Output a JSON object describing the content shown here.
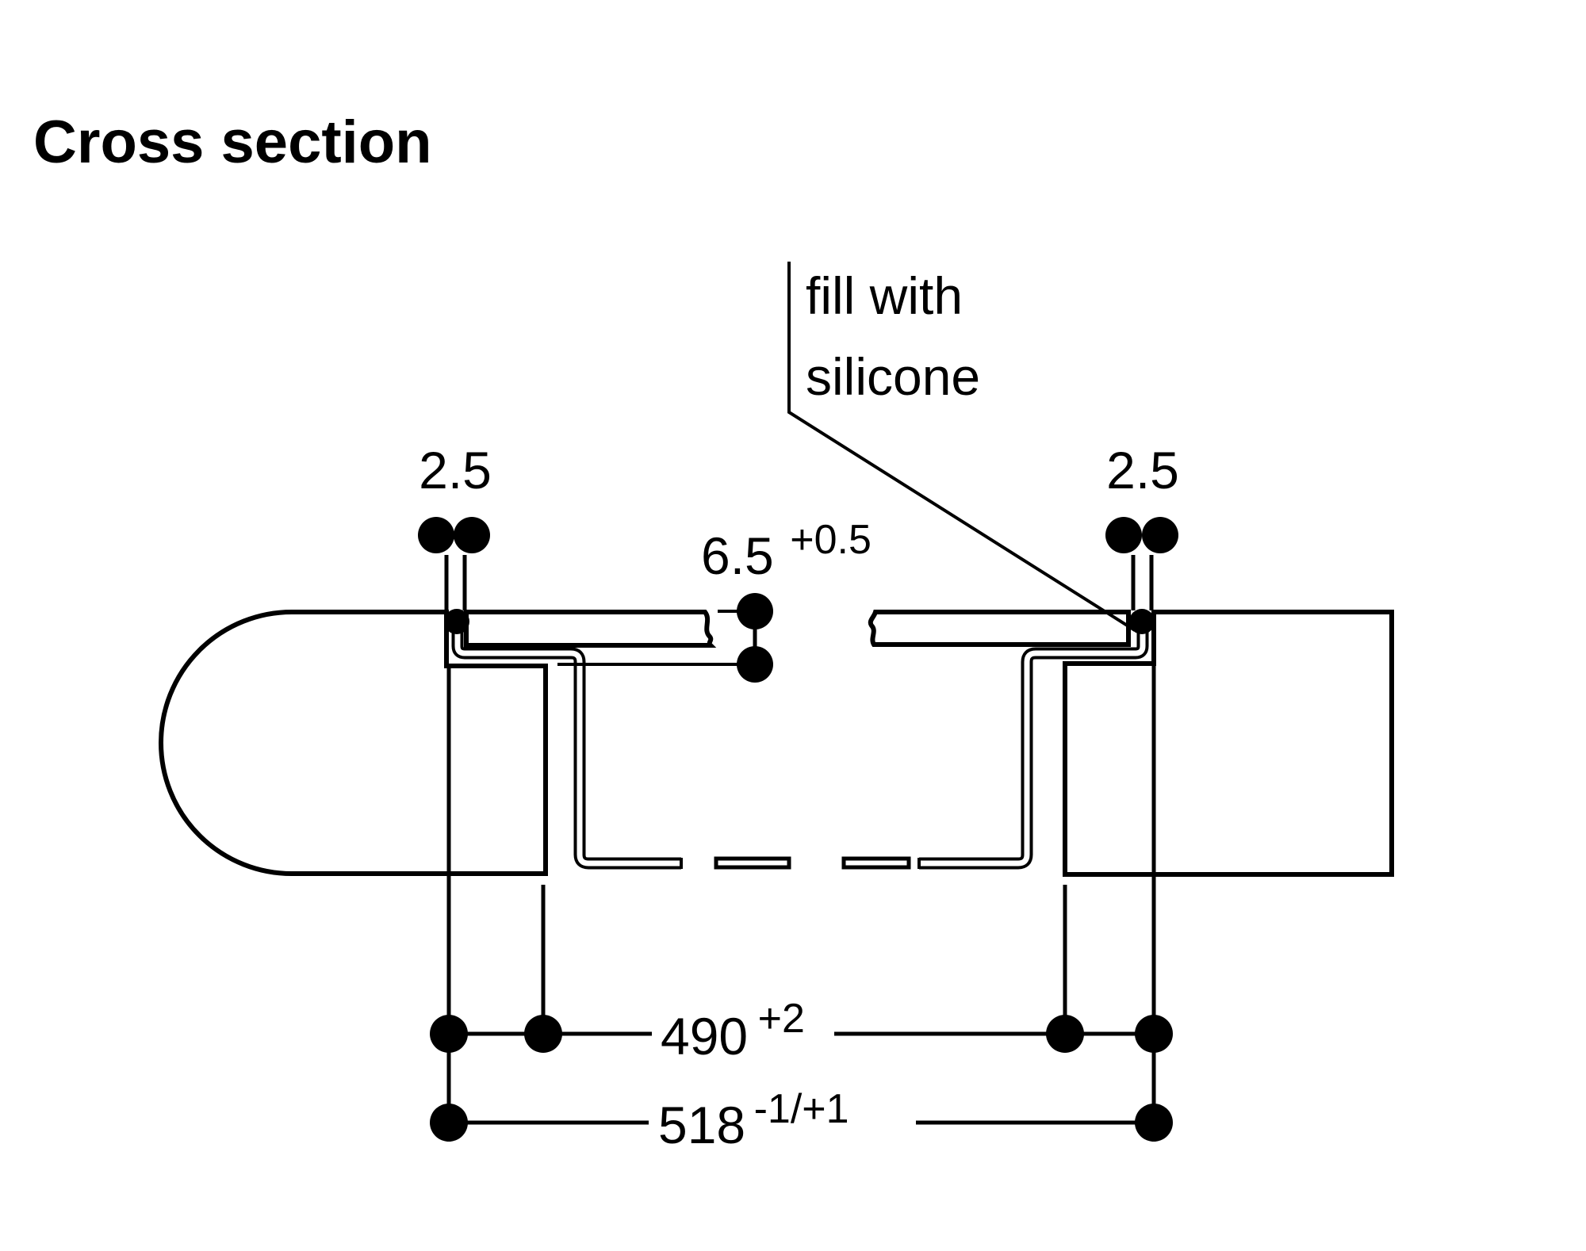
{
  "title": "Cross section",
  "callout": {
    "line1": "fill with",
    "line2": "silicone"
  },
  "dims": {
    "gap_left": {
      "value": "2.5"
    },
    "gap_right": {
      "value": "2.5"
    },
    "protrusion": {
      "value": "6.5",
      "tol": "+0.5"
    },
    "cutout_width": {
      "value": "490",
      "tol": "+2"
    },
    "overall_width": {
      "value": "518",
      "tol": "-1/+1"
    }
  },
  "colors": {
    "ink": "#000000",
    "background": "#ffffff"
  }
}
